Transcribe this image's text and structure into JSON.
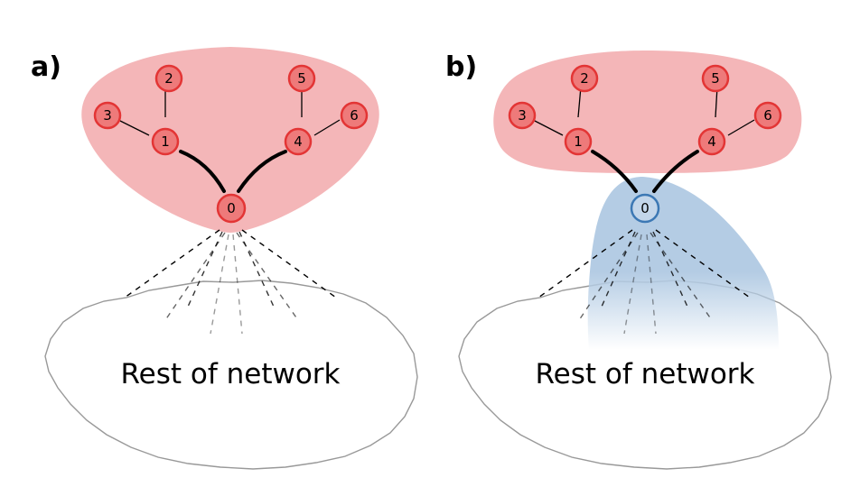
{
  "panels": [
    {
      "id": "a",
      "label": "a)",
      "network_label": "Rest of network",
      "nodes": [
        "0",
        "1",
        "2",
        "3",
        "4",
        "5",
        "6"
      ],
      "center_node_color": "#e33535",
      "center_node_fill": "#ee7a7a"
    },
    {
      "id": "b",
      "label": "b)",
      "network_label": "Rest of network",
      "nodes": [
        "0",
        "1",
        "2",
        "3",
        "4",
        "5",
        "6"
      ],
      "center_node_color": "#3c78b4",
      "center_node_fill": "#c3d6ea"
    }
  ],
  "colors": {
    "cluster_fill": "#f4b6b8",
    "node_stroke": "#e33535",
    "node_fill": "#ee7a7a",
    "blue_region": "#b4cce4",
    "cloud_stroke": "#999999"
  }
}
